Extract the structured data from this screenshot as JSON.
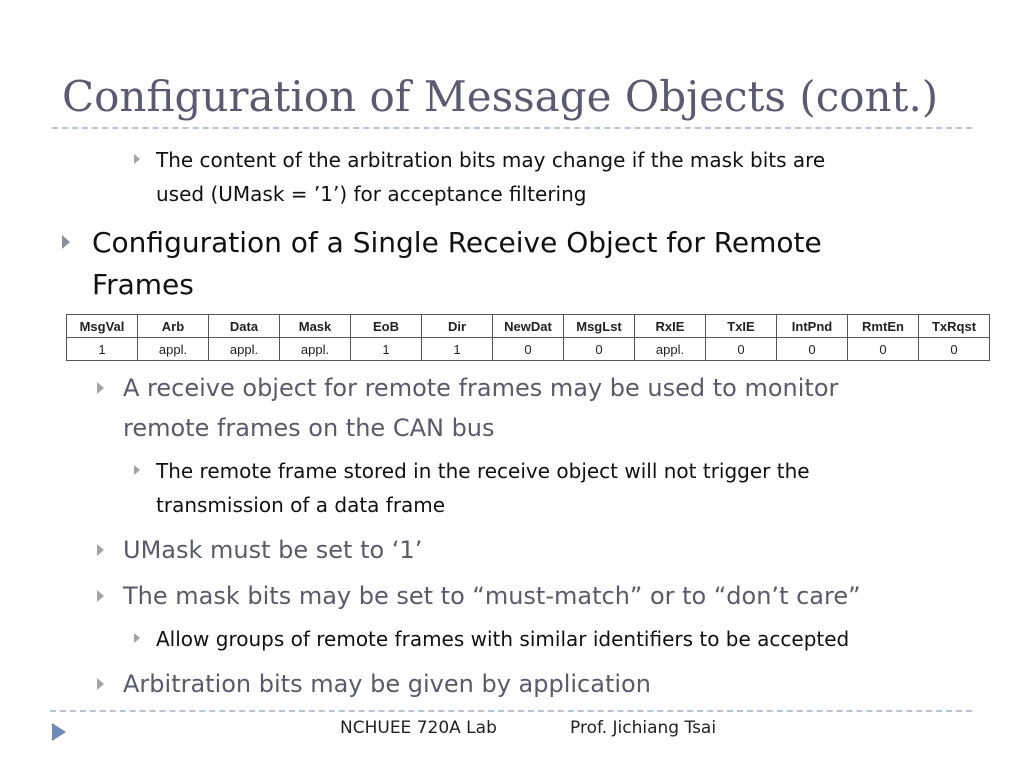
{
  "slide": {
    "title": "Configuration of Message Objects (cont.)",
    "bullets": {
      "b1_line1": "The content of the arbitration bits may change if the mask bits are",
      "b1_line2": "used (UMask = ’1’) for acceptance filtering",
      "b2_line1": "Configuration of a Single Receive Object for Remote",
      "b2_line2": "Frames",
      "b3_line1": "A receive object for remote frames may be used to monitor",
      "b3_line2": "remote frames on the CAN bus",
      "b4_line1": "The remote frame stored in the receive object will not trigger the",
      "b4_line2": "transmission of a data frame",
      "b5": "UMask must be set to ‘1’",
      "b6": "The mask bits may be set to “must-match” or to “don’t care”",
      "b7": "Allow groups of remote frames with similar identifiers to be accepted",
      "b8": "Arbitration bits may be given by application"
    },
    "table": {
      "headers": [
        "MsgVal",
        "Arb",
        "Data",
        "Mask",
        "EoB",
        "Dir",
        "NewDat",
        "MsgLst",
        "RxIE",
        "TxIE",
        "IntPnd",
        "RmtEn",
        "TxRqst"
      ],
      "row": [
        "1",
        "appl.",
        "appl.",
        "appl.",
        "1",
        "1",
        "0",
        "0",
        "appl.",
        "0",
        "0",
        "0",
        "0"
      ]
    },
    "footer": {
      "lab": "NCHUEE 720A Lab",
      "prof": "Prof. Jichiang Tsai"
    }
  }
}
